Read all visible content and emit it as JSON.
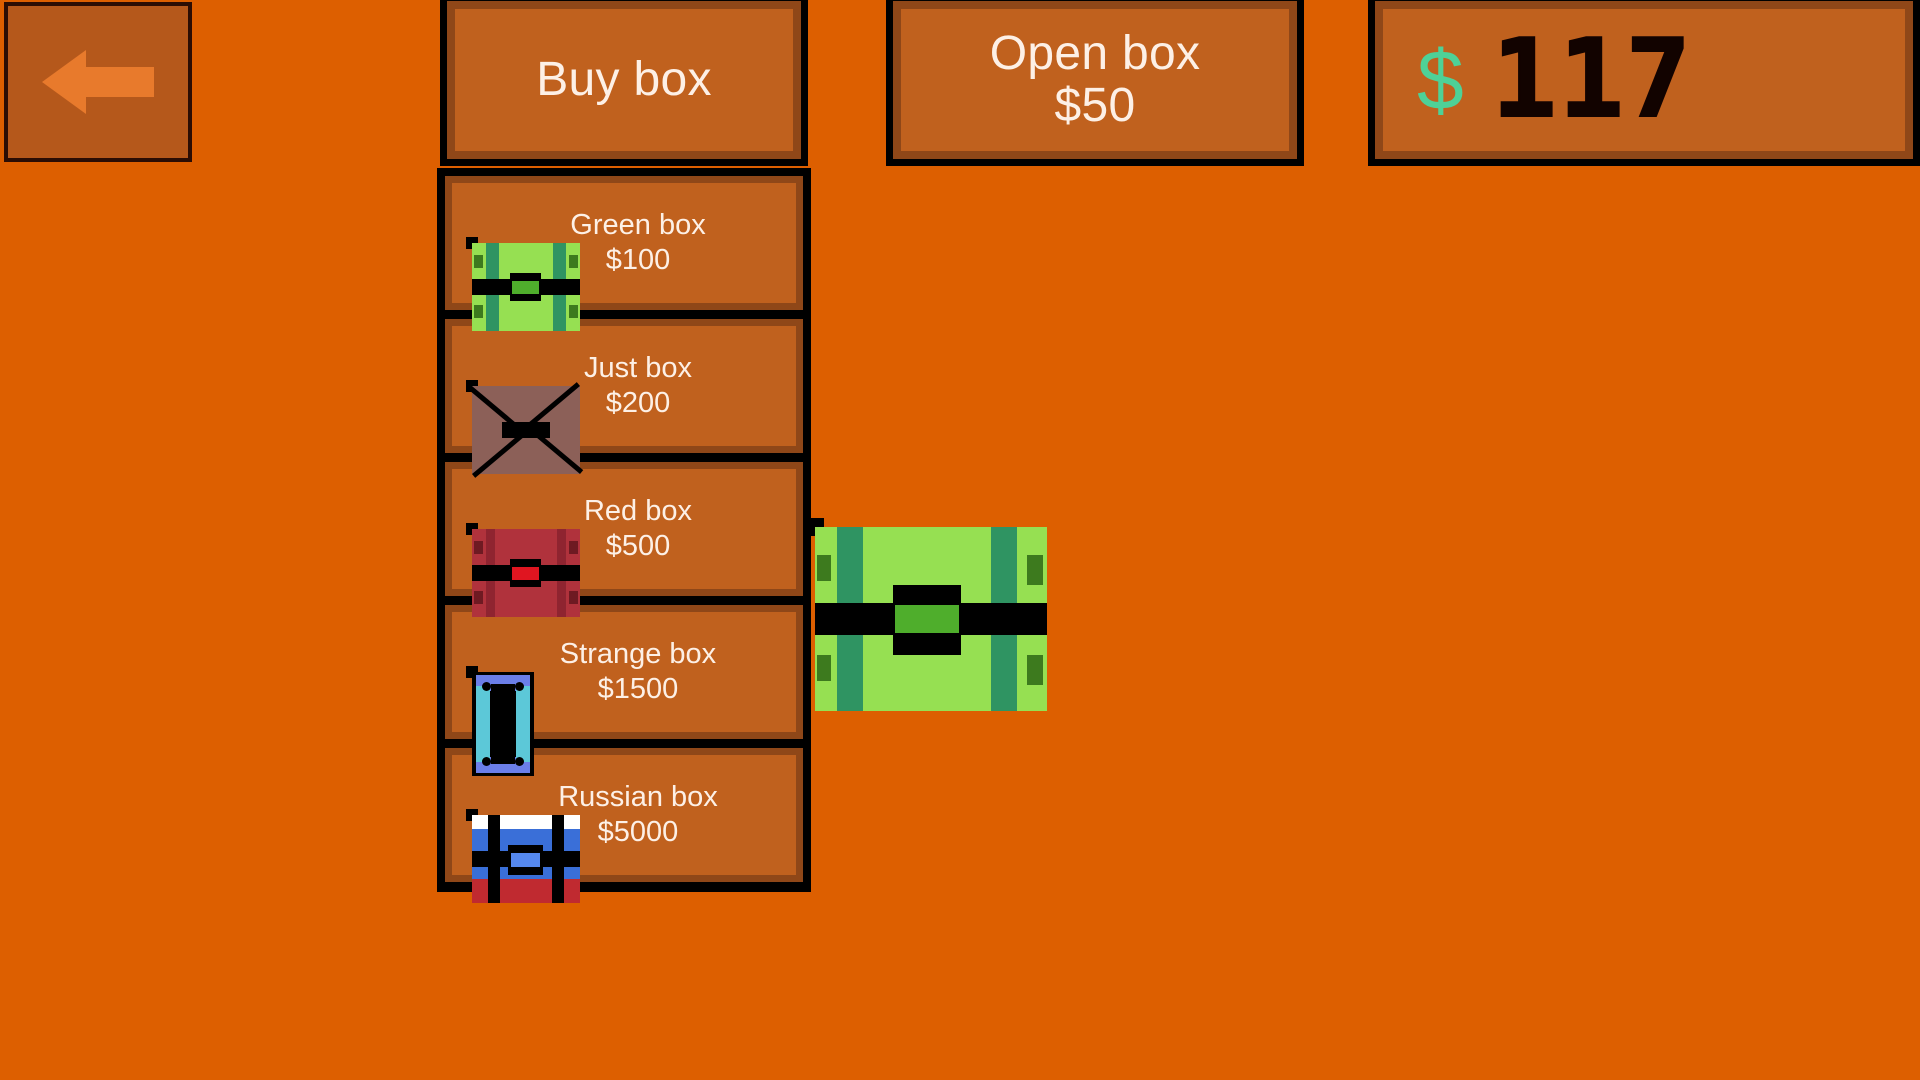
{
  "background_color": "#dd5f00",
  "panel": {
    "border_color": "#000000",
    "ring_color": "#8f4718",
    "fill_color": "#c0611e",
    "text_color": "#fdf0e6"
  },
  "back_button": {
    "icon": "arrow-left-icon",
    "label": ""
  },
  "buy_box_button": {
    "label": "Buy box"
  },
  "open_box_button": {
    "label": "Open box",
    "price": "$50"
  },
  "money": {
    "currency_symbol": "$",
    "amount": "117",
    "symbol_color": "#4ed197",
    "amount_color": "#120300"
  },
  "box_list": [
    {
      "name": "Green box",
      "price": "$100",
      "icon": "green-chest-icon",
      "colors": {
        "body": "#96e052",
        "band": "#2f9462",
        "latch": "#4fae2c",
        "notch": "#3d7a1e"
      }
    },
    {
      "name": "Just box",
      "price": "$200",
      "icon": "brown-box-icon",
      "colors": {
        "body": "#8c6058",
        "band": "#000000",
        "latch": "#000000",
        "notch": "#000000"
      }
    },
    {
      "name": "Red box",
      "price": "$500",
      "icon": "red-chest-icon",
      "colors": {
        "body": "#b0323c",
        "band": "#8f2430",
        "latch": "#e01520",
        "notch": "#6e1a22"
      }
    },
    {
      "name": "Strange box",
      "price": "$1500",
      "icon": "strange-crystal-icon",
      "colors": {
        "body": "#5cc8d8",
        "band": "#6b7ee8",
        "latch": "#000000",
        "notch": "#000000"
      }
    },
    {
      "name": "Russian box",
      "price": "$5000",
      "icon": "russian-flag-chest-icon",
      "colors": {
        "body": "#ffffff",
        "band": "#3a6fd8",
        "latch": "#5588ee",
        "notch": "#c02a30"
      }
    }
  ],
  "featured_box": {
    "icon": "green-chest-large-icon",
    "name": "Green box",
    "colors": {
      "body": "#96e052",
      "band": "#2f9462",
      "latch": "#4fae2c",
      "notch": "#3d7a1e"
    }
  }
}
